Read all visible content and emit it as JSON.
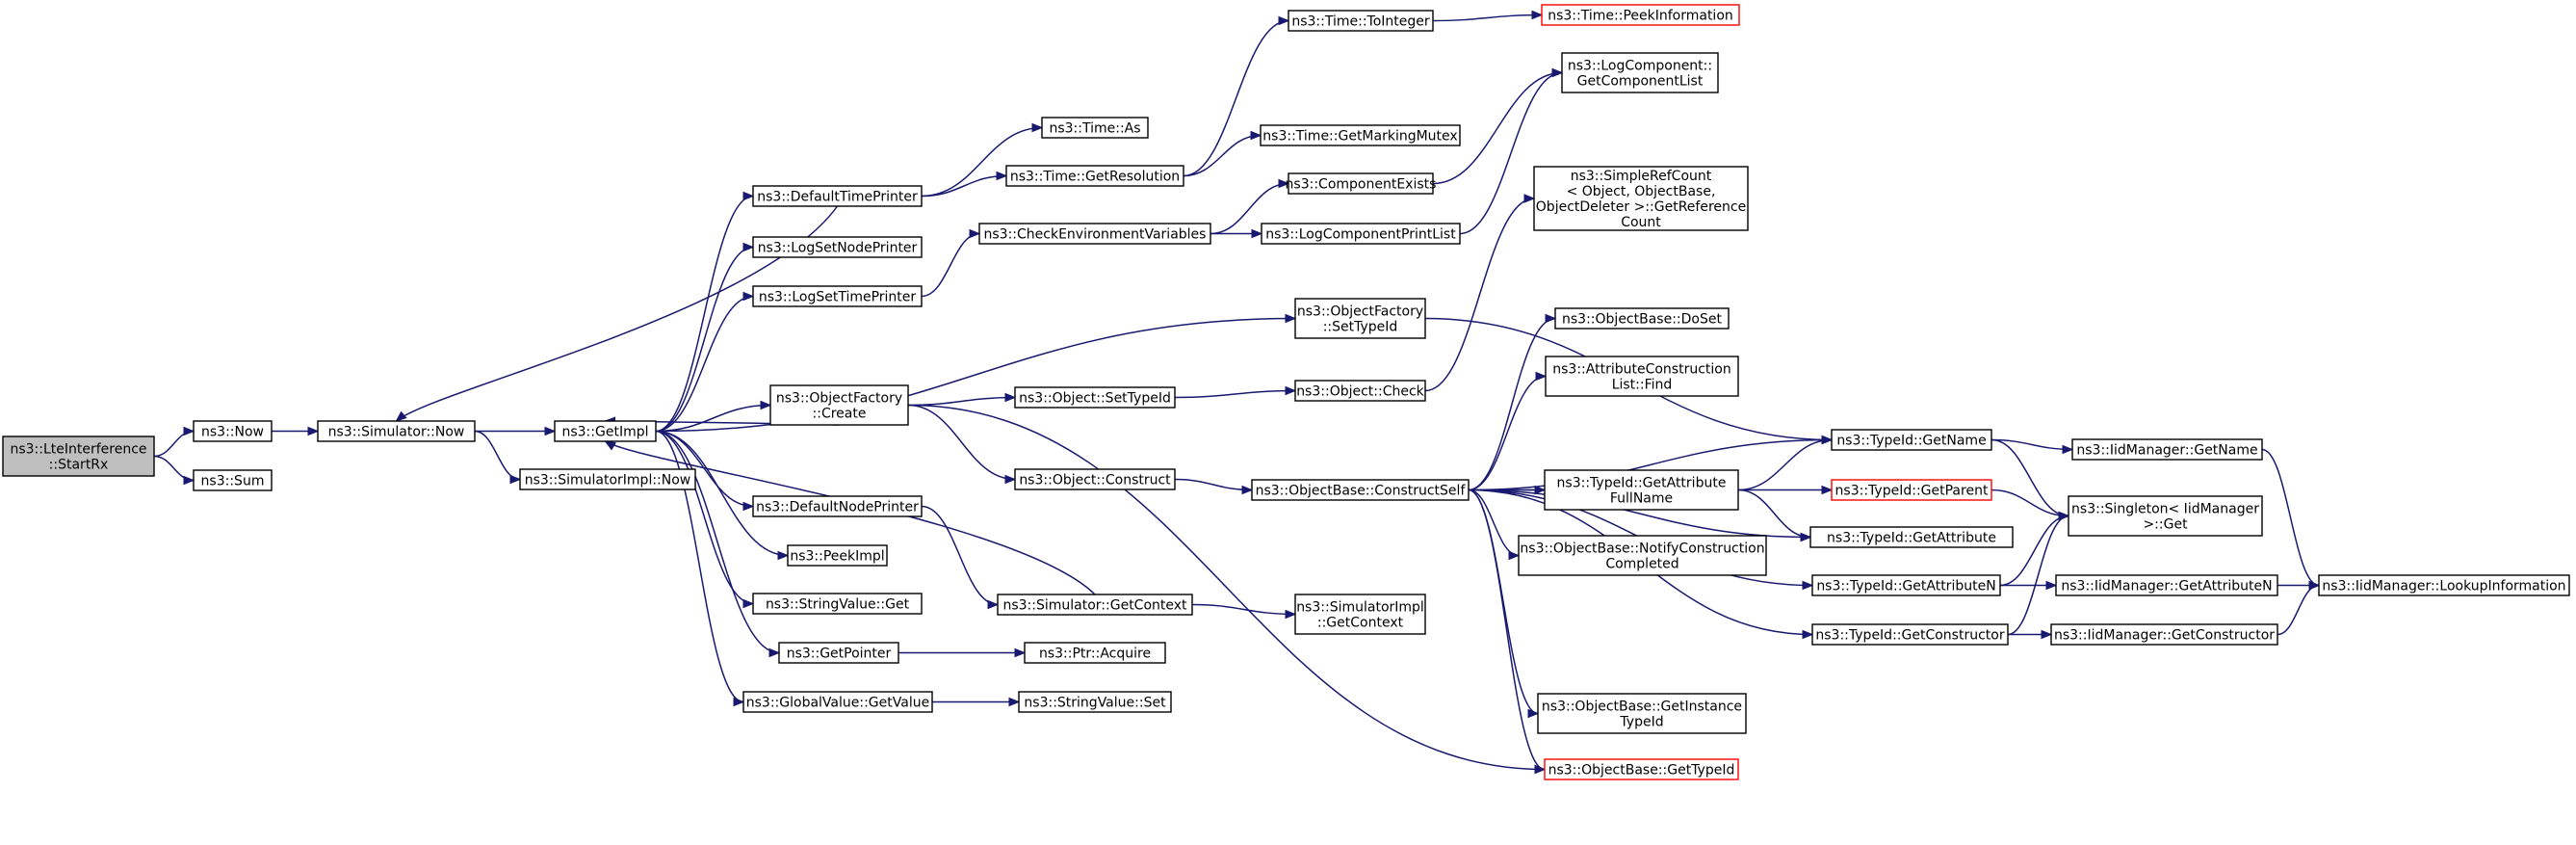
{
  "graph": {
    "type": "call-graph",
    "colors": {
      "edge": "#191970",
      "root_fill": "#bfbfbf",
      "border": "#000000",
      "truncated_border": "#ff0000"
    },
    "nodes": [
      {
        "id": "n0",
        "label": [
          "ns3::LteInterference",
          "::StartRx"
        ],
        "root": true
      },
      {
        "id": "n1",
        "label": [
          "ns3::Now"
        ]
      },
      {
        "id": "n2",
        "label": [
          "ns3::Sum"
        ]
      },
      {
        "id": "n3",
        "label": [
          "ns3::Simulator::Now"
        ]
      },
      {
        "id": "n4",
        "label": [
          "ns3::GetImpl"
        ]
      },
      {
        "id": "n5",
        "label": [
          "ns3::SimulatorImpl::Now"
        ]
      },
      {
        "id": "n6",
        "label": [
          "ns3::DefaultTimePrinter"
        ]
      },
      {
        "id": "n7",
        "label": [
          "ns3::LogSetNodePrinter"
        ]
      },
      {
        "id": "n8",
        "label": [
          "ns3::LogSetTimePrinter"
        ]
      },
      {
        "id": "n9",
        "label": [
          "ns3::ObjectFactory",
          "::Create"
        ]
      },
      {
        "id": "n10",
        "label": [
          "ns3::DefaultNodePrinter"
        ]
      },
      {
        "id": "n11",
        "label": [
          "ns3::PeekImpl"
        ]
      },
      {
        "id": "n12",
        "label": [
          "ns3::StringValue::Get"
        ]
      },
      {
        "id": "n13",
        "label": [
          "ns3::GetPointer"
        ]
      },
      {
        "id": "n14",
        "label": [
          "ns3::GlobalValue::GetValue"
        ]
      },
      {
        "id": "n15",
        "label": [
          "ns3::Time::As"
        ]
      },
      {
        "id": "n16",
        "label": [
          "ns3::Time::GetResolution"
        ]
      },
      {
        "id": "n17",
        "label": [
          "ns3::CheckEnvironmentVariables"
        ]
      },
      {
        "id": "n18",
        "label": [
          "ns3::Object::SetTypeId"
        ]
      },
      {
        "id": "n19",
        "label": [
          "ns3::Object::Construct"
        ]
      },
      {
        "id": "n20",
        "label": [
          "ns3::Simulator::GetContext"
        ]
      },
      {
        "id": "n21",
        "label": [
          "ns3::Ptr::Acquire"
        ]
      },
      {
        "id": "n22",
        "label": [
          "ns3::StringValue::Set"
        ]
      },
      {
        "id": "n23",
        "label": [
          "ns3::Time::ToInteger"
        ]
      },
      {
        "id": "n24",
        "label": [
          "ns3::Time::GetMarkingMutex"
        ]
      },
      {
        "id": "n25",
        "label": [
          "ns3::ComponentExists"
        ]
      },
      {
        "id": "n26",
        "label": [
          "ns3::LogComponentPrintList"
        ]
      },
      {
        "id": "n27",
        "label": [
          "ns3::ObjectFactory",
          "::SetTypeId"
        ]
      },
      {
        "id": "n28",
        "label": [
          "ns3::Object::Check"
        ]
      },
      {
        "id": "n29",
        "label": [
          "ns3::ObjectBase::ConstructSelf"
        ]
      },
      {
        "id": "n30",
        "label": [
          "ns3::SimulatorImpl",
          "::GetContext"
        ]
      },
      {
        "id": "n31",
        "label": [
          "ns3::Time::PeekInformation"
        ],
        "truncated": true
      },
      {
        "id": "n32",
        "label": [
          "ns3::LogComponent::",
          "GetComponentList"
        ]
      },
      {
        "id": "n33",
        "label": [
          "ns3::SimpleRefCount",
          "< Object, ObjectBase,",
          "ObjectDeleter >::GetReference",
          "Count"
        ]
      },
      {
        "id": "n34",
        "label": [
          "ns3::ObjectBase::DoSet"
        ]
      },
      {
        "id": "n35",
        "label": [
          "ns3::AttributeConstruction",
          "List::Find"
        ]
      },
      {
        "id": "n36",
        "label": [
          "ns3::TypeId::GetAttribute",
          "FullName"
        ]
      },
      {
        "id": "n37",
        "label": [
          "ns3::ObjectBase::NotifyConstruction",
          "Completed"
        ]
      },
      {
        "id": "n38",
        "label": [
          "ns3::ObjectBase::GetInstance",
          "TypeId"
        ]
      },
      {
        "id": "n39",
        "label": [
          "ns3::ObjectBase::GetTypeId"
        ],
        "truncated": true
      },
      {
        "id": "n40",
        "label": [
          "ns3::TypeId::GetName"
        ]
      },
      {
        "id": "n41",
        "label": [
          "ns3::TypeId::GetParent"
        ],
        "truncated": true
      },
      {
        "id": "n42",
        "label": [
          "ns3::TypeId::GetAttribute"
        ]
      },
      {
        "id": "n43",
        "label": [
          "ns3::TypeId::GetAttributeN"
        ]
      },
      {
        "id": "n44",
        "label": [
          "ns3::TypeId::GetConstructor"
        ]
      },
      {
        "id": "n45",
        "label": [
          "ns3::IidManager::GetName"
        ]
      },
      {
        "id": "n46",
        "label": [
          "ns3::Singleton< IidManager",
          " >::Get"
        ]
      },
      {
        "id": "n47",
        "label": [
          "ns3::IidManager::GetAttributeN"
        ]
      },
      {
        "id": "n48",
        "label": [
          "ns3::IidManager::GetConstructor"
        ]
      },
      {
        "id": "n49",
        "label": [
          "ns3::IidManager::LookupInformation"
        ]
      }
    ],
    "edges": [
      [
        "n0",
        "n1"
      ],
      [
        "n0",
        "n2"
      ],
      [
        "n1",
        "n3"
      ],
      [
        "n3",
        "n4"
      ],
      [
        "n3",
        "n5"
      ],
      [
        "n4",
        "n6"
      ],
      [
        "n4",
        "n7"
      ],
      [
        "n4",
        "n8"
      ],
      [
        "n4",
        "n27"
      ],
      [
        "n4",
        "n9"
      ],
      [
        "n4",
        "n10"
      ],
      [
        "n4",
        "n11"
      ],
      [
        "n4",
        "n12"
      ],
      [
        "n4",
        "n13"
      ],
      [
        "n4",
        "n14"
      ],
      [
        "n6",
        "n3"
      ],
      [
        "n6",
        "n15"
      ],
      [
        "n6",
        "n16"
      ],
      [
        "n8",
        "n17"
      ],
      [
        "n9",
        "n18"
      ],
      [
        "n9",
        "n19"
      ],
      [
        "n9",
        "n4"
      ],
      [
        "n9",
        "n39"
      ],
      [
        "n10",
        "n20"
      ],
      [
        "n20",
        "n4"
      ],
      [
        "n20",
        "n30"
      ],
      [
        "n13",
        "n21"
      ],
      [
        "n14",
        "n22"
      ],
      [
        "n16",
        "n23"
      ],
      [
        "n16",
        "n24"
      ],
      [
        "n23",
        "n31"
      ],
      [
        "n17",
        "n25"
      ],
      [
        "n17",
        "n26"
      ],
      [
        "n25",
        "n32"
      ],
      [
        "n26",
        "n32"
      ],
      [
        "n27",
        "n40"
      ],
      [
        "n18",
        "n28"
      ],
      [
        "n28",
        "n33"
      ],
      [
        "n19",
        "n29"
      ],
      [
        "n29",
        "n40"
      ],
      [
        "n29",
        "n34"
      ],
      [
        "n29",
        "n35"
      ],
      [
        "n29",
        "n41"
      ],
      [
        "n29",
        "n36"
      ],
      [
        "n29",
        "n37"
      ],
      [
        "n29",
        "n42"
      ],
      [
        "n29",
        "n43"
      ],
      [
        "n29",
        "n38"
      ],
      [
        "n29",
        "n39"
      ],
      [
        "n29",
        "n44"
      ],
      [
        "n36",
        "n40"
      ],
      [
        "n36",
        "n42"
      ],
      [
        "n40",
        "n45"
      ],
      [
        "n40",
        "n46"
      ],
      [
        "n41",
        "n46"
      ],
      [
        "n43",
        "n46"
      ],
      [
        "n43",
        "n47"
      ],
      [
        "n44",
        "n46"
      ],
      [
        "n44",
        "n48"
      ],
      [
        "n45",
        "n49"
      ],
      [
        "n47",
        "n49"
      ],
      [
        "n48",
        "n49"
      ]
    ]
  }
}
